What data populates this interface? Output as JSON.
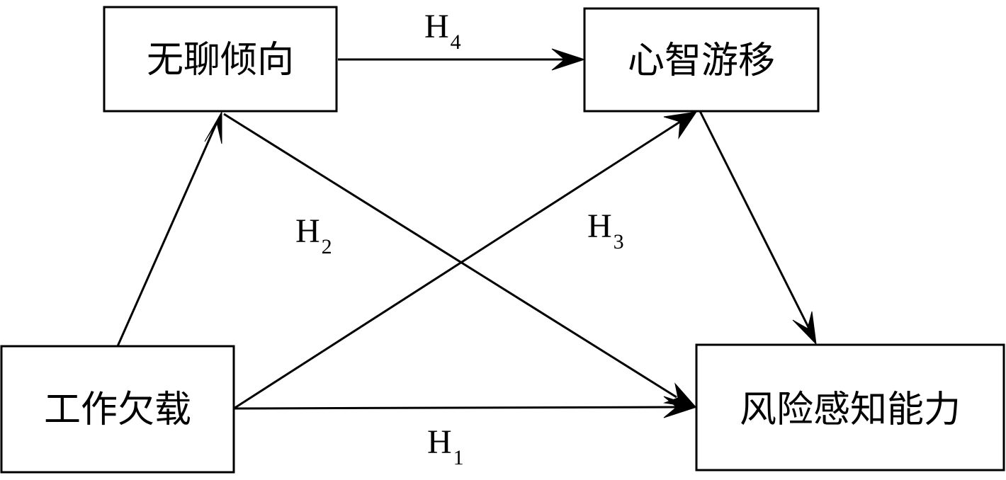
{
  "diagram": {
    "nodes": {
      "boredom": {
        "label": "无聊倾向"
      },
      "mind_wandering": {
        "label": "心智游移"
      },
      "underload": {
        "label": "工作欠载"
      },
      "risk_perception": {
        "label": "风险感知能力"
      }
    },
    "hypotheses": {
      "h1": {
        "letter": "H",
        "sub": "1"
      },
      "h2": {
        "letter": "H",
        "sub": "2"
      },
      "h3": {
        "letter": "H",
        "sub": "3"
      },
      "h4": {
        "letter": "H",
        "sub": "4"
      }
    },
    "colors": {
      "line": "#000000",
      "box_fill": "#ffffff",
      "background": "#ffffff"
    }
  }
}
